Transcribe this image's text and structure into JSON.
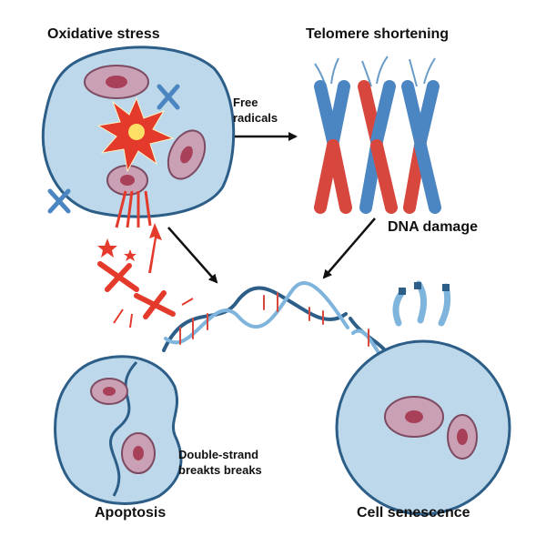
{
  "labels": {
    "oxidative_stress": "Oxidative stress",
    "telomere_shortening": "Telomere shortening",
    "free_radicals_line1": "Free",
    "free_radicals_line2": "radicals",
    "dna_damage": "DNA damage",
    "double_strand_line1": "Double-strand",
    "double_strand_line2": "breakts breaks",
    "apoptosis": "Apoptosis",
    "cell_senescence": "Cell senescence"
  },
  "colors": {
    "cell_fill": "#bcd8ea",
    "cell_outline": "#2c5e88",
    "nucleus_fill": "#c9a0b4",
    "nucleolus": "#a8405a",
    "chromosome_blue": "#4c86c2",
    "chromosome_red": "#d8473d",
    "burst_red": "#e43a2c",
    "arrow": "#111111"
  }
}
